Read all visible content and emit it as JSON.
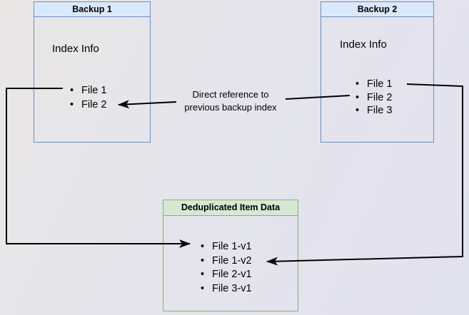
{
  "backup1": {
    "title": "Backup 1",
    "subtitle": "Index Info",
    "files": [
      "File 1",
      "File 2"
    ]
  },
  "backup2": {
    "title": "Backup 2",
    "subtitle": "Index Info",
    "files": [
      "File 1",
      "File 2",
      "File 3"
    ]
  },
  "dedup": {
    "title": "Deduplicated Item Data",
    "files": [
      "File 1-v1",
      "File 1-v2",
      "File 2-v1",
      "File 3-v1"
    ]
  },
  "annotation": {
    "line1": "Direct reference to",
    "line2": "previous backup index"
  },
  "colors": {
    "blue_box_fill": "#dae8fc",
    "blue_box_stroke": "#6c8ebf",
    "green_box_fill": "#d5e8d4",
    "green_box_stroke": "#82b366",
    "arrow": "#000000",
    "background": "#e5e4ec"
  }
}
